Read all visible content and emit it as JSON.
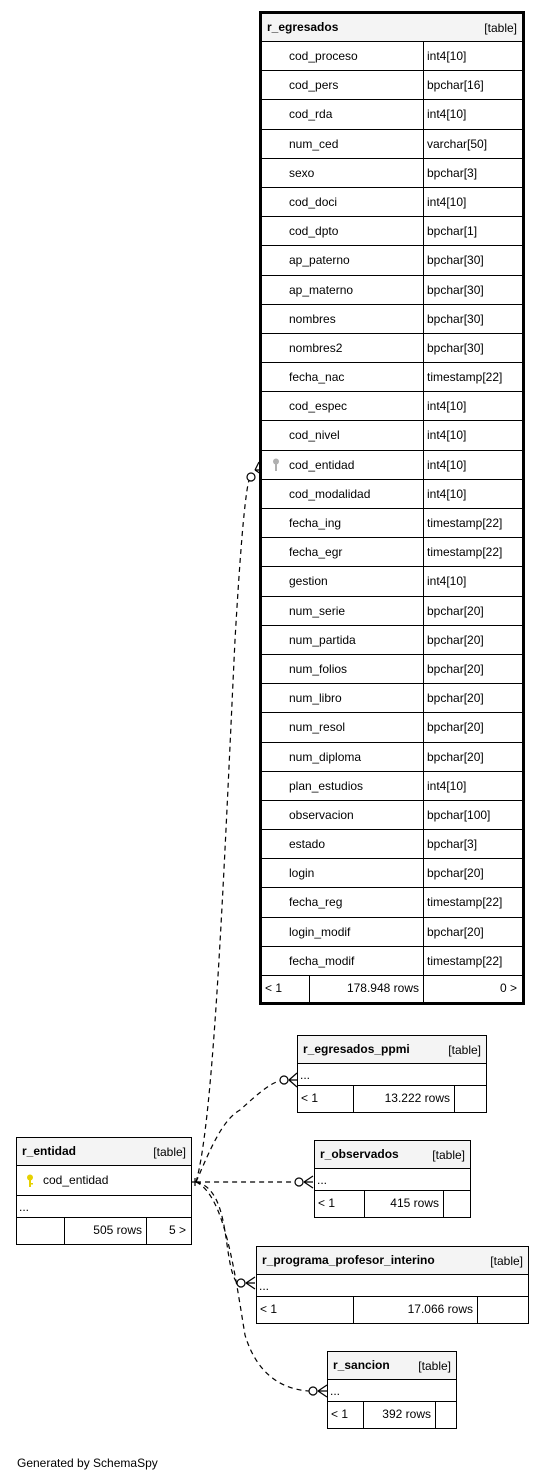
{
  "main_table": {
    "name": "r_egresados",
    "kind": "[table]",
    "columns": [
      {
        "name": "cod_proceso",
        "type": "int4[10]"
      },
      {
        "name": "cod_pers",
        "type": "bpchar[16]"
      },
      {
        "name": "cod_rda",
        "type": "int4[10]"
      },
      {
        "name": "num_ced",
        "type": "varchar[50]"
      },
      {
        "name": "sexo",
        "type": "bpchar[3]"
      },
      {
        "name": "cod_doci",
        "type": "int4[10]"
      },
      {
        "name": "cod_dpto",
        "type": "bpchar[1]"
      },
      {
        "name": "ap_paterno",
        "type": "bpchar[30]"
      },
      {
        "name": "ap_materno",
        "type": "bpchar[30]"
      },
      {
        "name": "nombres",
        "type": "bpchar[30]"
      },
      {
        "name": "nombres2",
        "type": "bpchar[30]"
      },
      {
        "name": "fecha_nac",
        "type": "timestamp[22]"
      },
      {
        "name": "cod_espec",
        "type": "int4[10]"
      },
      {
        "name": "cod_nivel",
        "type": "int4[10]"
      },
      {
        "name": "cod_entidad",
        "type": "int4[10]",
        "foreign_key": true
      },
      {
        "name": "cod_modalidad",
        "type": "int4[10]"
      },
      {
        "name": "fecha_ing",
        "type": "timestamp[22]"
      },
      {
        "name": "fecha_egr",
        "type": "timestamp[22]"
      },
      {
        "name": "gestion",
        "type": "int4[10]"
      },
      {
        "name": "num_serie",
        "type": "bpchar[20]"
      },
      {
        "name": "num_partida",
        "type": "bpchar[20]"
      },
      {
        "name": "num_folios",
        "type": "bpchar[20]"
      },
      {
        "name": "num_libro",
        "type": "bpchar[20]"
      },
      {
        "name": "num_resol",
        "type": "bpchar[20]"
      },
      {
        "name": "num_diploma",
        "type": "bpchar[20]"
      },
      {
        "name": "plan_estudios",
        "type": "int4[10]"
      },
      {
        "name": "observacion",
        "type": "bpchar[100]"
      },
      {
        "name": "estado",
        "type": "bpchar[3]"
      },
      {
        "name": "login",
        "type": "bpchar[20]"
      },
      {
        "name": "fecha_reg",
        "type": "timestamp[22]"
      },
      {
        "name": "login_modif",
        "type": "bpchar[20]"
      },
      {
        "name": "fecha_modif",
        "type": "timestamp[22]"
      }
    ],
    "footer": {
      "parents": "< 1",
      "rows": "178.948 rows",
      "children": "0 >"
    }
  },
  "entidad_table": {
    "name": "r_entidad",
    "kind": "[table]",
    "pk_column": "cod_entidad",
    "ellipsis": "...",
    "footer": {
      "parents": "",
      "rows": "505 rows",
      "children": "5 >"
    }
  },
  "related_tables": [
    {
      "name": "r_egresados_ppmi",
      "kind": "[table]",
      "ellipsis": "...",
      "footer": {
        "parents": "< 1",
        "rows": "13.222 rows",
        "children": ""
      }
    },
    {
      "name": "r_observados",
      "kind": "[table]",
      "ellipsis": "...",
      "footer": {
        "parents": "< 1",
        "rows": "415 rows",
        "children": ""
      }
    },
    {
      "name": "r_programa_profesor_interino",
      "kind": "[table]",
      "ellipsis": "...",
      "footer": {
        "parents": "< 1",
        "rows": "17.066 rows",
        "children": ""
      }
    },
    {
      "name": "r_sancion",
      "kind": "[table]",
      "ellipsis": "...",
      "footer": {
        "parents": "< 1",
        "rows": "392 rows",
        "children": ""
      }
    }
  ],
  "generated_by": "Generated by SchemaSpy",
  "colors": {
    "header_bg": "#f4f4f4",
    "pk_key_icon": "#e6d100",
    "fk_key_icon": "#b0b0b0",
    "line": "#000000"
  }
}
